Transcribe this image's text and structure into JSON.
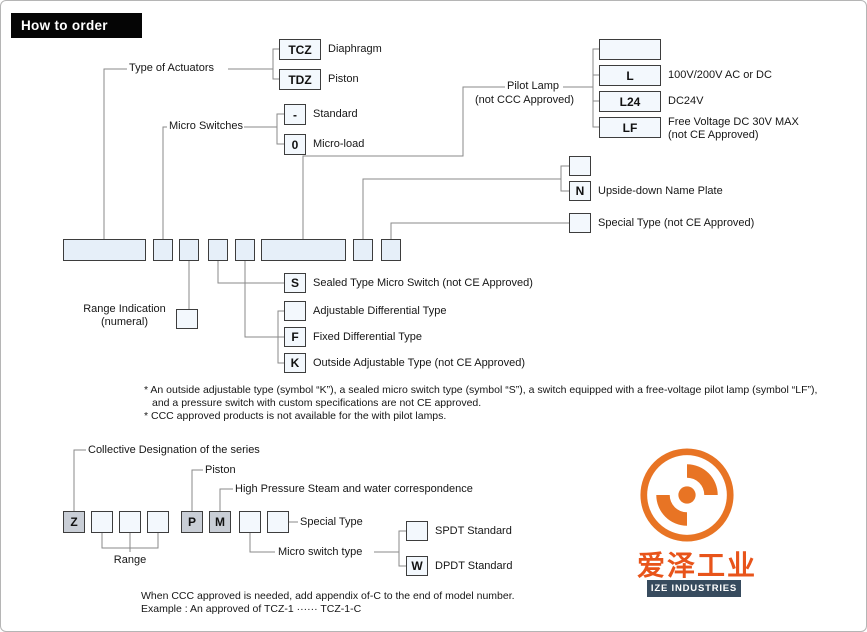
{
  "page": {
    "title": "How to order"
  },
  "colors": {
    "header_bg": "#000000",
    "box_fill": "#e6eff9",
    "shaded_box_fill": "#c9ced6",
    "brand_orange": "#e87424",
    "brand_text_orange": "#e8541a",
    "logo_strip_bg": "#374b5e"
  },
  "top": {
    "actuators": {
      "label": "Type of Actuators",
      "options": [
        {
          "code": "TCZ",
          "desc": "Diaphragm"
        },
        {
          "code": "TDZ",
          "desc": "Piston"
        }
      ]
    },
    "micro_switches": {
      "label": "Micro Switches",
      "options": [
        {
          "code": "-",
          "desc": "Standard"
        },
        {
          "code": "0",
          "desc": "Micro-load"
        }
      ]
    },
    "pilot_lamp": {
      "label": "Pilot Lamp",
      "sublabel": "(not CCC Approved)",
      "options": [
        {
          "code": "",
          "desc": ""
        },
        {
          "code": "L",
          "desc": "100V/200V AC or DC"
        },
        {
          "code": "L24",
          "desc": "DC24V"
        },
        {
          "code": "LF",
          "desc": "Free Voltage DC 30V MAX",
          "desc2": "(not CE Approved)"
        }
      ]
    },
    "name_plate": {
      "options": [
        {
          "code": "",
          "desc": ""
        },
        {
          "code": "N",
          "desc": "Upside-down Name Plate"
        }
      ]
    },
    "special_type": {
      "code": "",
      "desc": "Special Type (not CE Approved)"
    },
    "sealed": {
      "code": "S",
      "desc": "Sealed Type Micro Switch (not CE Approved)"
    },
    "range_indication": {
      "code": "",
      "label1": "Range Indication",
      "label2": "(numeral)"
    },
    "differential": {
      "options": [
        {
          "code": "",
          "desc": "Adjustable Differential Type"
        },
        {
          "code": "F",
          "desc": "Fixed Differential Type"
        },
        {
          "code": "K",
          "desc": "Outside Adjustable Type (not CE Approved)"
        }
      ]
    }
  },
  "model_row": {
    "boxes": [
      "",
      "",
      "",
      "",
      "",
      "",
      "",
      ""
    ]
  },
  "notes": {
    "line1": "* An outside adjustable type (symbol “K”), a sealed micro switch type (symbol “S”), a switch equipped with a free-voltage pilot lamp (symbol “LF”),",
    "line2": "and a pressure switch with custom specifications are not CE approved.",
    "line3": "* CCC approved products is not available for the with pilot lamps."
  },
  "bottom": {
    "series_label": "Collective Designation of the series",
    "piston_label": "Piston",
    "steam_label": "High Pressure Steam and water correspondence",
    "special_label": "Special Type",
    "range_label": "Range",
    "switch_type_label": "Micro switch type",
    "codes": [
      "Z",
      "",
      "",
      "",
      "P",
      "M",
      "",
      ""
    ],
    "switch_options": [
      {
        "code": "",
        "desc": "SPDT Standard"
      },
      {
        "code": "W",
        "desc": "DPDT Standard"
      }
    ],
    "ccc_line1": "When CCC approved is needed, add appendix of-C to the end of model number.",
    "ccc_line2": "Example : An approved of TCZ-1 ······ TCZ-1-C"
  },
  "logo": {
    "cn": "爱泽工业",
    "en": "IZE INDUSTRIES"
  }
}
